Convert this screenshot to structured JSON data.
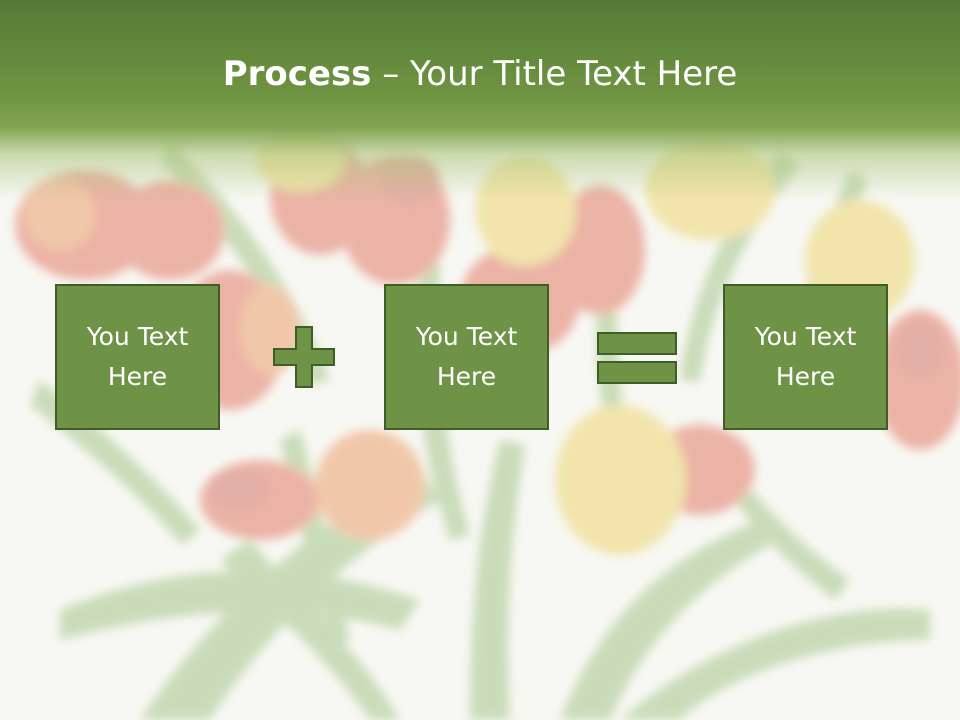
{
  "title": {
    "bold": "Process",
    "rest": " – Your Title Text Here"
  },
  "boxes": [
    {
      "text": "You Text Here"
    },
    {
      "text": "You Text Here"
    },
    {
      "text": "You Text Here"
    }
  ],
  "operators": [
    "plus",
    "equals"
  ],
  "colors": {
    "title_bar": "#6e9442",
    "box_fill": "#6f9346",
    "box_border": "#3f5d27",
    "text": "#ffffff"
  }
}
